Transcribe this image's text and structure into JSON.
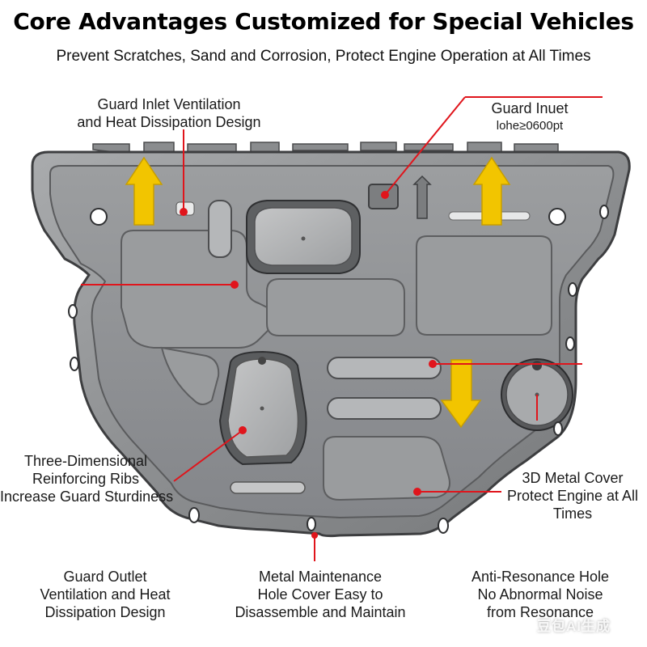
{
  "header": {
    "title": "Core Advantages Customized for Special Vehicles",
    "subtitle": "Prevent Scratches, Sand and Corrosion, Protect Engine Operation at All Times"
  },
  "callouts": {
    "inlet_ventilation": [
      "Guard Inlet Ventilation",
      "and Heat Dissipation Design"
    ],
    "guard_inlet": [
      "Guard Inuet",
      "lohe≥0600pt"
    ],
    "ribs": [
      "Three-Dimensional",
      "Reinforcing Ribs",
      "Increase Guard Sturdiness"
    ],
    "metal_cover": [
      "3D Metal Cover",
      "Protect Engine at All",
      "Times"
    ],
    "outlet_ventilation": [
      "Guard Outlet",
      "Ventilation and Heat",
      "Dissipation Design"
    ],
    "maintenance_hole": [
      "Metal Maintenance",
      "Hole Cover Easy to",
      "Disassemble and Maintain"
    ],
    "anti_resonance": [
      "Anti-Resonance Hole",
      "No Abnormal Noise",
      "from Resonance"
    ]
  },
  "watermark": "豆包AI生成",
  "colors": {
    "accent_line": "#e0151c",
    "arrow": "#f2c500",
    "plate": "#8f9193"
  }
}
